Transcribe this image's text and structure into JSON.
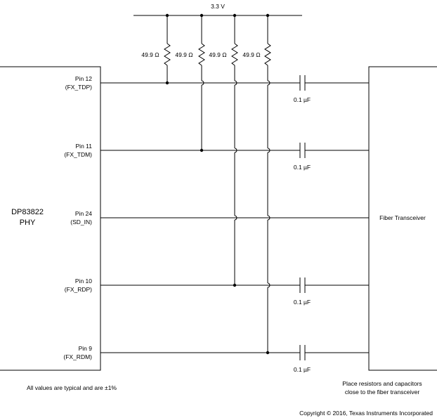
{
  "supply": {
    "label": "3.3 V"
  },
  "resistors": [
    {
      "label": "49.9 Ω"
    },
    {
      "label": "49.9 Ω"
    },
    {
      "label": "49.9 Ω"
    },
    {
      "label": "49.9 Ω"
    }
  ],
  "phy": {
    "name": "DP83822",
    "type": "PHY"
  },
  "pins": [
    {
      "pin": "Pin 12",
      "signal": "(FX_TDP)"
    },
    {
      "pin": "Pin 11",
      "signal": "(FX_TDM)"
    },
    {
      "pin": "Pin 24",
      "signal": "(SD_IN)"
    },
    {
      "pin": "Pin 10",
      "signal": "(FX_RDP)"
    },
    {
      "pin": "Pin 9",
      "signal": "(FX_RDM)"
    }
  ],
  "capacitors": [
    {
      "label": "0.1 µF"
    },
    {
      "label": "0.1 µF"
    },
    {
      "label": "0.1 µF"
    },
    {
      "label": "0.1 µF"
    }
  ],
  "transceiver": {
    "label": "Fiber Transceiver"
  },
  "notes": {
    "tolerance": "All values are typical and are ±1%",
    "placement_line1": "Place resistors and capacitors",
    "placement_line2": "close to the fiber transceiver",
    "copyright": "Copyright © 2016, Texas Instruments Incorporated"
  }
}
